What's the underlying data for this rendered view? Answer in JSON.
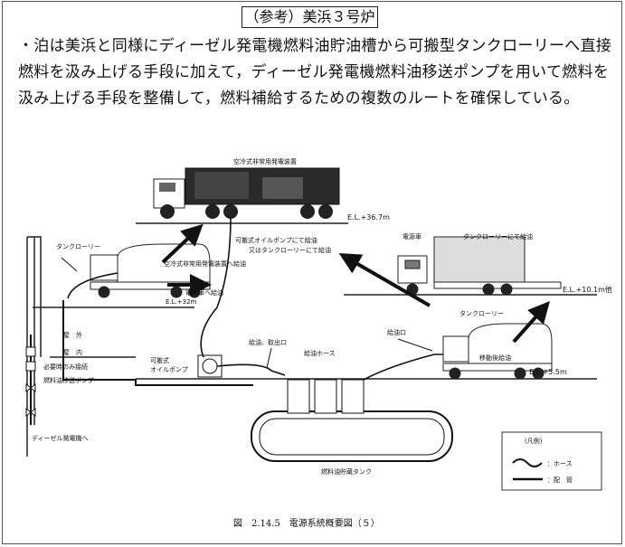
{
  "heading": "（参考）美浜３号炉",
  "paragraph": "・泊は美浜と同様にディーゼル発電機燃料油貯油槽から可搬型タンクローリーへ直接燃料を汲み上げる手段に加えて，ディーゼル発電機燃料油移送ポンプを用いて燃料を汲み上げる手段を整備して，燃料補給するための複数のルートを確保している。",
  "diagram": {
    "labels": {
      "air_cooled_generator": "空冷式非常用発電装置",
      "el_top": "E.L.+36.7m",
      "tank_lorry_left": "タンクローリー",
      "to_air_cooled": "空冷式非常用発電装置へ給油",
      "to_power_vehicle": "電源車へ給油",
      "el_left": "E.L.+32m",
      "portable_pump_note1": "可搬式オイルポンプにて給油",
      "portable_pump_note2": "又はタンクローリーにて給油",
      "power_vehicle": "電源車",
      "supply_by_lorry": "タンクローリーにて給油",
      "el_right": "E.L.+10.1m他",
      "tank_lorry_right": "タンクローリー",
      "refuel_port": "給油口",
      "refuel_outlet": "給油、取出口",
      "refuel_hose": "給油ホース",
      "portable_pump1": "可搬式",
      "portable_pump2": "オイルポンプ",
      "outdoor": "屋　外",
      "indoor": "屋　内",
      "valve_note": "必要時のみ接続",
      "transfer_pump": "燃料油移送ポンプ",
      "to_diesel": "ディーゼル発電機へ",
      "mobile_refuel": "移動後給油",
      "el_ground": "E.L.+5.5m",
      "storage_tank": "燃料油貯蔵タンク"
    },
    "legend": {
      "title": "(凡例)",
      "hose": "：ホース",
      "pipe": "：配　管"
    },
    "caption": "図　2.14.5　電源系統概要図（５）"
  }
}
